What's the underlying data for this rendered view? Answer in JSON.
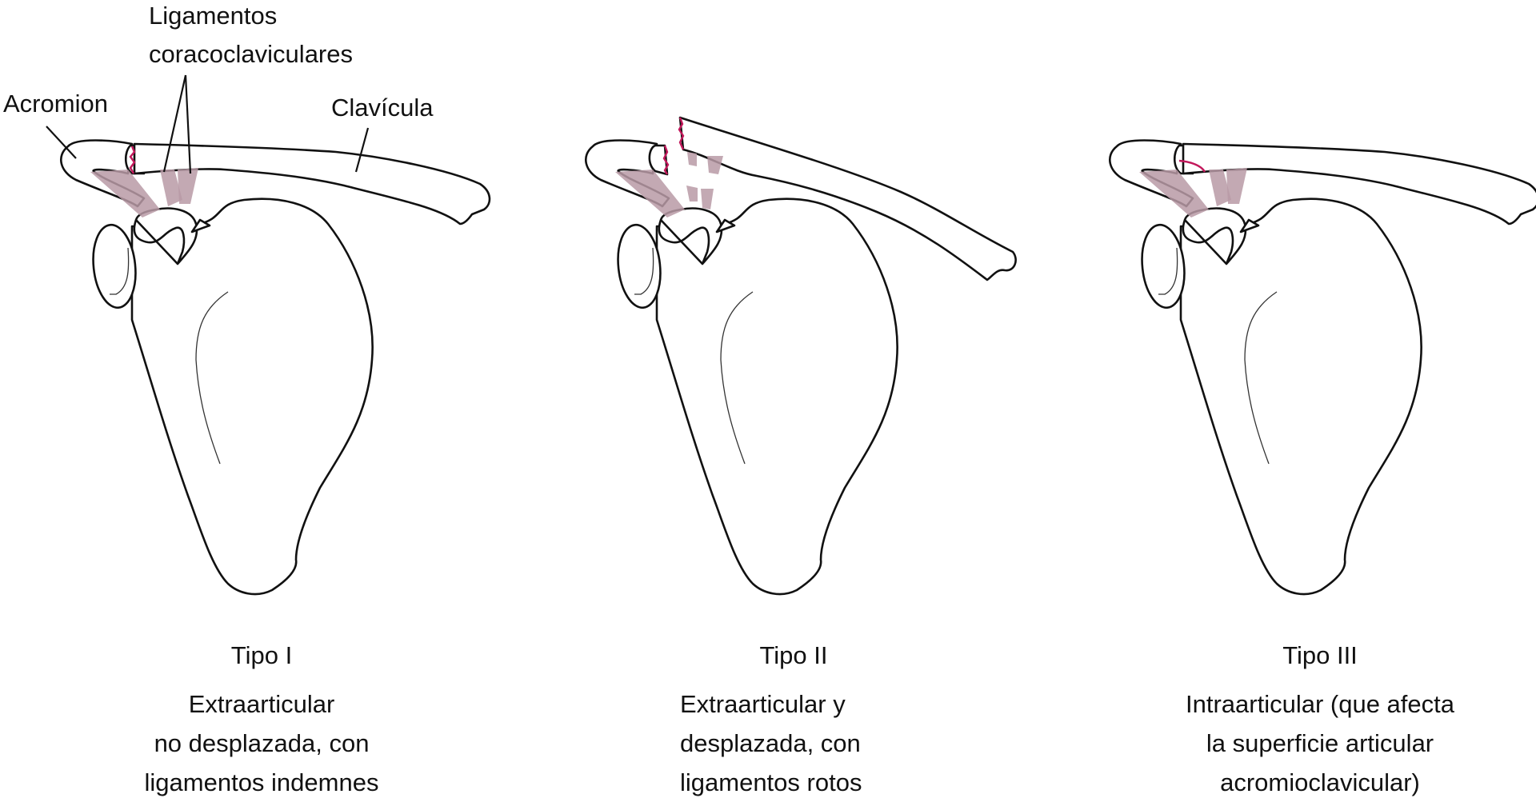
{
  "labels": {
    "acromion": "Acromion",
    "ligaments_line1": "Ligamentos",
    "ligaments_line2": "coracoclaviculares",
    "clavicle": "Clavícula"
  },
  "panels": [
    {
      "title": "Tipo I",
      "description": [
        "Extraarticular",
        "no desplazada, con",
        "ligamentos indemnes"
      ]
    },
    {
      "title": "Tipo II",
      "description": [
        "Extraarticular y",
        "desplazada, con",
        "ligamentos rotos"
      ]
    },
    {
      "title": "Tipo III",
      "description": [
        "Intraarticular (que afecta",
        "la superficie articular",
        "acromioclavicular)"
      ]
    }
  ],
  "colors": {
    "outline": "#111111",
    "fracture": "#c2185b",
    "ligament": "#b89aa6",
    "background": "#ffffff"
  }
}
